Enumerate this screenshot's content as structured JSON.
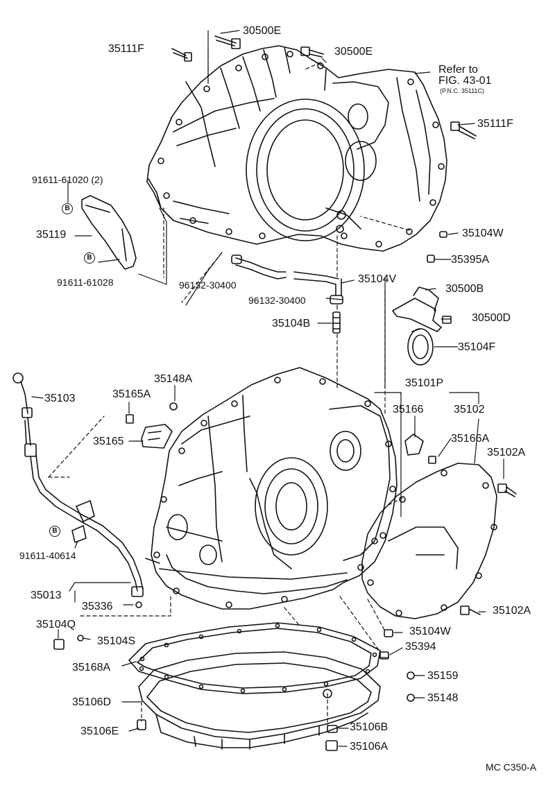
{
  "labels": {
    "p30500E_top": "30500E",
    "p35111F_top": "35111F",
    "p30500E_mid": "30500E",
    "refer_line1": "Refer to",
    "refer_line2": "FIG. 43-01",
    "refer_line3": "(P.N.C. 35111C)",
    "p35111F_right": "35111F",
    "p91611_61020": "91611-61020 (2)",
    "p35119": "35119",
    "p91611_61028": "91611-61028",
    "p35104W_top": "35104W",
    "p35395A": "35395A",
    "p96132_30400_a": "96132-30400",
    "p35104V": "35104V",
    "p96132_30400_b": "96132-30400",
    "p30500B": "30500B",
    "p35104B": "35104B",
    "p30500D": "30500D",
    "p35104F": "35104F",
    "p35148A": "35148A",
    "p35103": "35103",
    "p35165A": "35165A",
    "p35101P": "35101P",
    "p35166": "35166",
    "p35102": "35102",
    "p35165": "35165",
    "p35166A": "35166A",
    "p35102A_top": "35102A",
    "p91611_40614": "91611-40614",
    "p35013": "35013",
    "p35336": "35336",
    "p35102A_bot": "35102A",
    "p35104Q": "35104Q",
    "p35104S": "35104S",
    "p35104W_bot": "35104W",
    "p35394": "35394",
    "p35168A": "35168A",
    "p35159": "35159",
    "p35106D": "35106D",
    "p35148": "35148",
    "p35106E": "35106E",
    "p35106B": "35106B",
    "p35106A": "35106A",
    "figure_code": "MC C350-A"
  },
  "badges": {
    "b1": "B",
    "b2": "B",
    "b3": "B"
  }
}
